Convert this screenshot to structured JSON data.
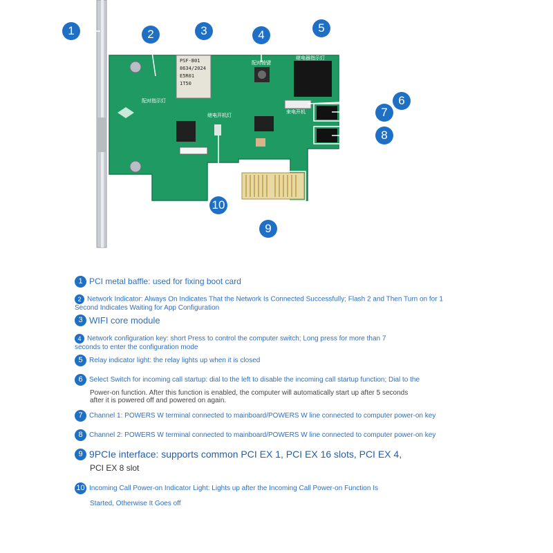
{
  "figure": {
    "callouts": [
      "1",
      "2",
      "3",
      "4",
      "5",
      "6",
      "7",
      "8",
      "9",
      "10"
    ],
    "board_labels": {
      "pair_indicator": "配对指示灯",
      "pair_key": "配对按键",
      "relay_indicator": "继电器指示灯",
      "relay_status": "继电开机灯",
      "incoming_call": "来电开机"
    },
    "module_text": [
      "PSF-B01",
      "8634/2024",
      "E5R01",
      "1T50"
    ]
  },
  "legend": [
    {
      "num": "1",
      "text": "PCI metal baffle: used for fixing boot card"
    },
    {
      "num": "2",
      "text": "Network Indicator: Always On Indicates That the Network Is Connected Successfully; Flash 2 and Then Turn on for 1 Second Indicates Waiting for App Configuration"
    },
    {
      "num": "3",
      "text": "WIFI core module"
    },
    {
      "num": "4",
      "text": "Network configuration key: short Press to control the computer switch; Long press for more than 7 seconds to enter the configuration mode"
    },
    {
      "num": "5",
      "text": "Relay indicator light: the relay lights up when it is closed"
    },
    {
      "num": "6",
      "text": "Select Switch for incoming call startup: dial to the left to disable the incoming call startup function; Dial to the",
      "text2": "Power-on function. After this function is enabled, the computer will automatically start up after 5 seconds after it is powered off and powered on again."
    },
    {
      "num": "7",
      "text": "Channel 1: POWERS W terminal connected to mainboard/POWERS W line connected to computer power-on key"
    },
    {
      "num": "8",
      "text": "Channel 2: POWERS W terminal connected to mainboard/POWERS W line connected to computer power-on key"
    },
    {
      "num": "9",
      "text": "9PCIe interface: supports common PCI EX 1, PCI EX 16 slots, PCI EX 4,",
      "text2": "PCI EX 8 slot"
    },
    {
      "num": "10",
      "text": "Incoming Call Power-on Indicator Light: Lights up after the Incoming Call Power-on Function Is",
      "text2": "Started, Otherwise It Goes off"
    }
  ]
}
